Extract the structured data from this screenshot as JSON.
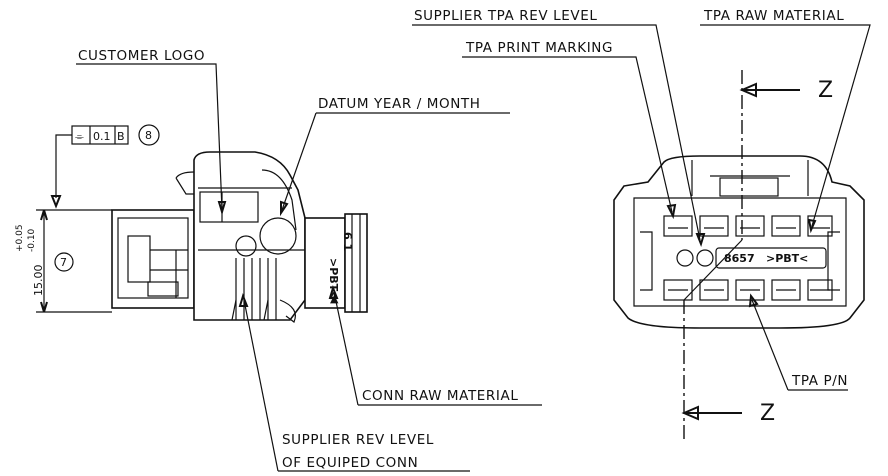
{
  "callouts": {
    "customer_logo": "CUSTOMER LOGO",
    "datum_year_month": "DATUM YEAR / MONTH",
    "conn_raw_material": "CONN RAW MATERIAL",
    "supplier_rev_level_line1": "SUPPLIER REV LEVEL",
    "supplier_rev_level_line2": "OF EQUIPED CONN",
    "supplier_tpa_rev_level": "SUPPLIER TPA REV LEVEL",
    "tpa_raw_material": "TPA RAW MATERIAL",
    "tpa_print_marking": "TPA PRINT MARKING",
    "tpa_pn": "TPA P/N"
  },
  "dimension": {
    "value": "15.00",
    "tol_upper": "+0.05",
    "tol_lower": "-0.10",
    "balloon": "7"
  },
  "tolerance_frame": {
    "symbol": "⌯",
    "value": "0.1",
    "datum": "B",
    "balloon": "8"
  },
  "section": {
    "top_label": "Z",
    "bottom_label": "Z"
  },
  "markings": {
    "side_pbt": ">PBT<",
    "side_code": "6 1",
    "front_pn": "8657",
    "front_pbt": ">PBT<"
  }
}
